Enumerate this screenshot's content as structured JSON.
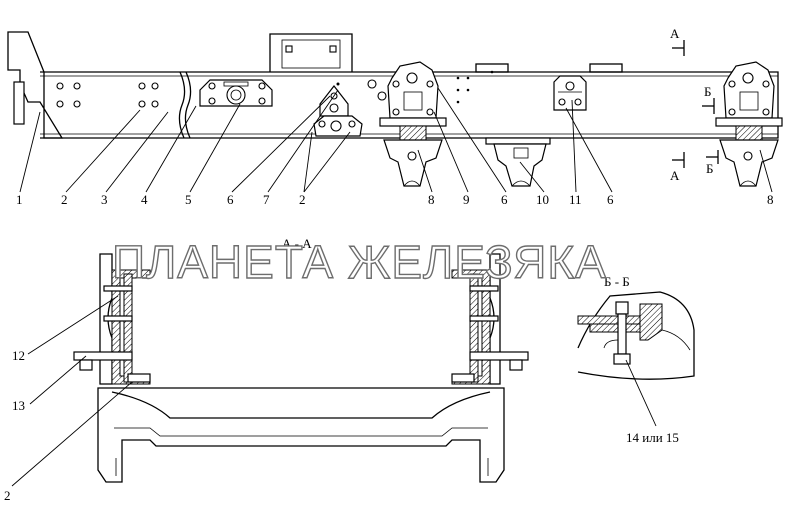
{
  "watermark": "ПЛАНЕТА ЖЕЛЕЗЯКА",
  "sections": {
    "aa_marker": "А",
    "bb_marker": "Б",
    "aa_title": "А - А",
    "bb_title": "Б - Б"
  },
  "callouts_top": [
    "1",
    "2",
    "3",
    "4",
    "5",
    "6",
    "7",
    "2",
    "8",
    "9",
    "6",
    "10",
    "11",
    "6",
    "8"
  ],
  "callouts_aa": [
    "12",
    "13",
    "2"
  ],
  "callout_bb": "14 или 15"
}
